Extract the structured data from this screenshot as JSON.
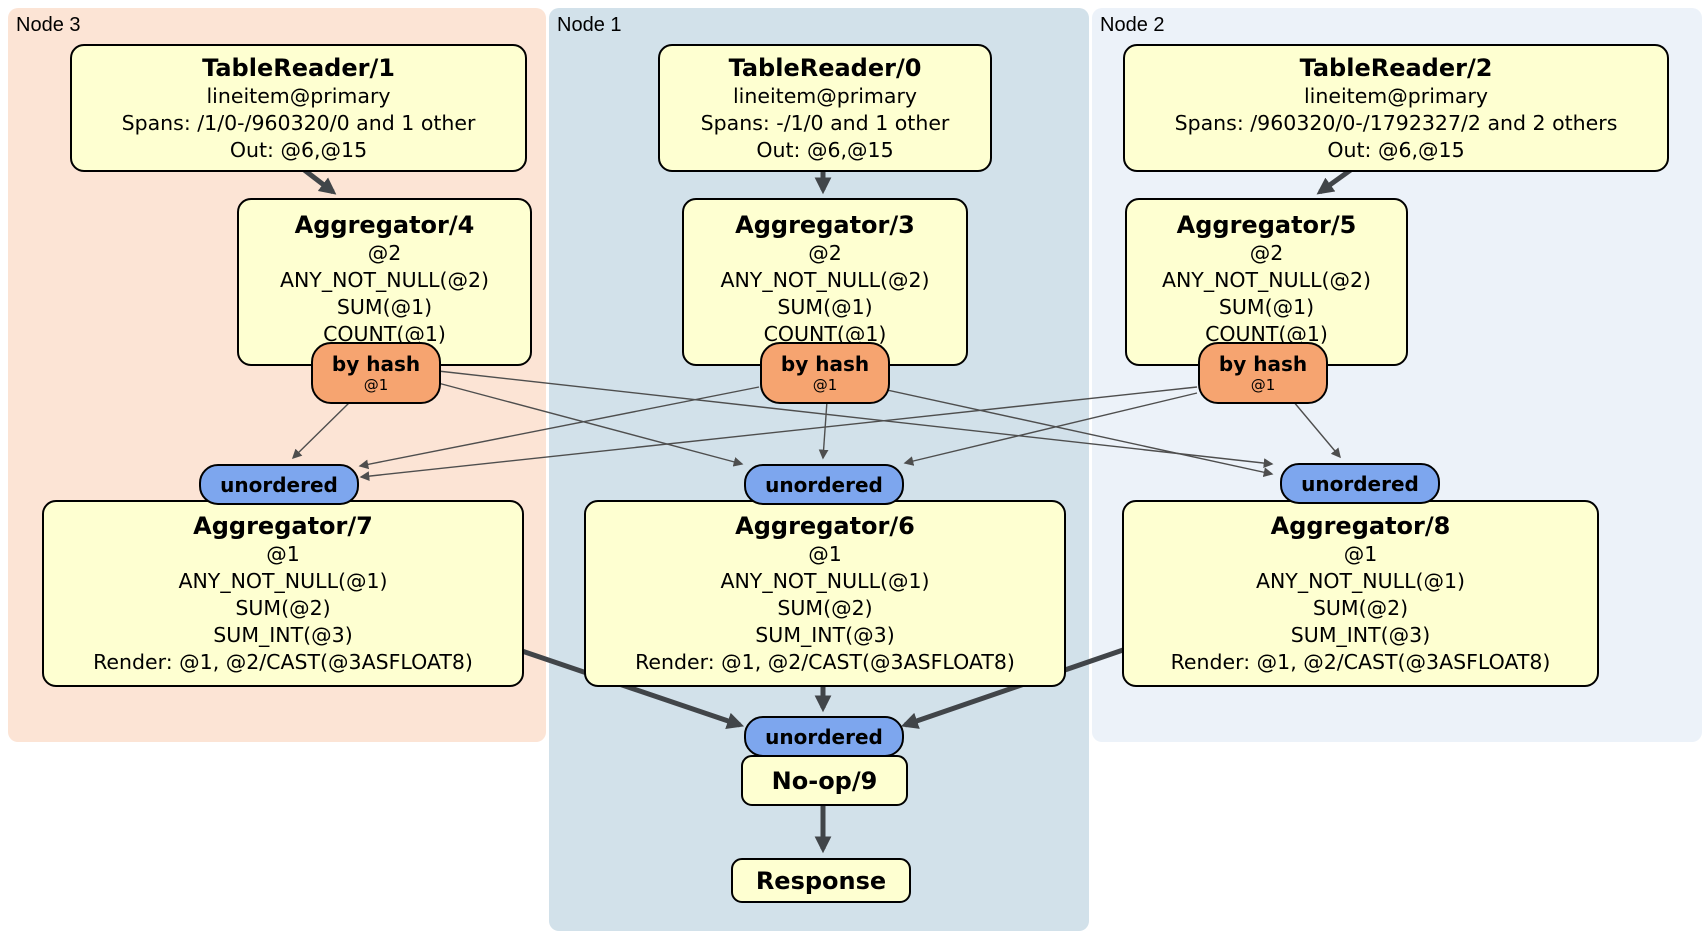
{
  "diagram_type": "distributed-sql-plan",
  "regions": {
    "node3": {
      "label": "Node 3",
      "bg_color": "#fce4d5"
    },
    "node1": {
      "label": "Node 1",
      "bg_color": "#d2e1ea"
    },
    "node2": {
      "label": "Node 2",
      "bg_color": "#ecf2f9"
    }
  },
  "processors": {
    "tablereader1": {
      "title": "TableReader/1",
      "lines": [
        "lineitem@primary",
        "Spans: /1/0-/960320/0 and 1 other",
        "Out: @6,@15"
      ]
    },
    "tablereader0": {
      "title": "TableReader/0",
      "lines": [
        "lineitem@primary",
        "Spans: -/1/0 and 1 other",
        "Out: @6,@15"
      ]
    },
    "tablereader2": {
      "title": "TableReader/2",
      "lines": [
        "lineitem@primary",
        "Spans: /960320/0-/1792327/2 and 2 others",
        "Out: @6,@15"
      ]
    },
    "aggregator4": {
      "title": "Aggregator/4",
      "lines": [
        "@2",
        "ANY_NOT_NULL(@2)",
        "SUM(@1)",
        "COUNT(@1)"
      ]
    },
    "aggregator3": {
      "title": "Aggregator/3",
      "lines": [
        "@2",
        "ANY_NOT_NULL(@2)",
        "SUM(@1)",
        "COUNT(@1)"
      ]
    },
    "aggregator5": {
      "title": "Aggregator/5",
      "lines": [
        "@2",
        "ANY_NOT_NULL(@2)",
        "SUM(@1)",
        "COUNT(@1)"
      ]
    },
    "aggregator7": {
      "title": "Aggregator/7",
      "lines": [
        "@1",
        "ANY_NOT_NULL(@1)",
        "SUM(@2)",
        "SUM_INT(@3)",
        "Render: @1, @2/CAST(@3ASFLOAT8)"
      ]
    },
    "aggregator6": {
      "title": "Aggregator/6",
      "lines": [
        "@1",
        "ANY_NOT_NULL(@1)",
        "SUM(@2)",
        "SUM_INT(@3)",
        "Render: @1, @2/CAST(@3ASFLOAT8)"
      ]
    },
    "aggregator8": {
      "title": "Aggregator/8",
      "lines": [
        "@1",
        "ANY_NOT_NULL(@1)",
        "SUM(@2)",
        "SUM_INT(@3)",
        "Render: @1, @2/CAST(@3ASFLOAT8)"
      ]
    },
    "noop": {
      "title": "No-op/9"
    },
    "response": {
      "title": "Response"
    }
  },
  "routers": {
    "by_hash": {
      "label": "by hash",
      "key": "@1"
    },
    "unordered": {
      "label": "unordered"
    }
  },
  "colors": {
    "processor_fill": "#feffd1",
    "hash_router_fill": "#f6a470",
    "sync_fill": "#7da6ee",
    "border": "#000000",
    "edge_thin": "#4e4e4e",
    "edge_thick": "#414549"
  }
}
